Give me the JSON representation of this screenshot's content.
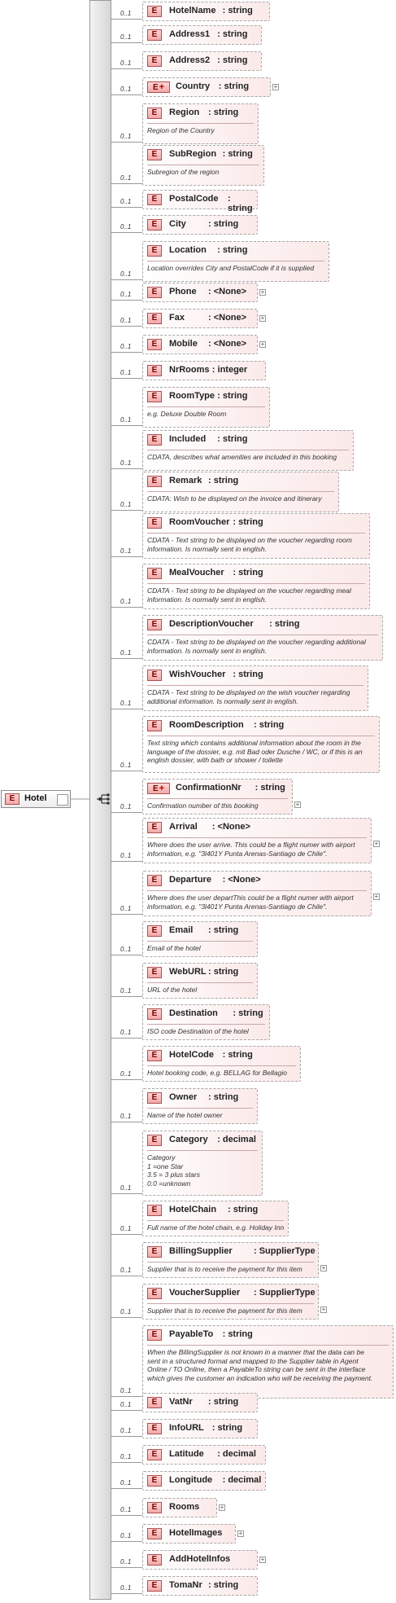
{
  "root": {
    "badge": "E",
    "label": "Hotel"
  },
  "elements": [
    {
      "name": "HotelName",
      "type": ": string",
      "doc": "",
      "card": "0..1",
      "plus": false,
      "expand": false
    },
    {
      "name": "Address1",
      "type": ": string",
      "doc": "",
      "card": "0..1",
      "plus": false,
      "expand": false
    },
    {
      "name": "Address2",
      "type": ": string",
      "doc": "",
      "card": "0..1",
      "plus": false,
      "expand": false
    },
    {
      "name": "Country",
      "type": ": string",
      "doc": "",
      "card": "0..1",
      "plus": true,
      "expand": true
    },
    {
      "name": "Region",
      "type": ": string",
      "doc": "Region of the Country",
      "card": "0..1",
      "plus": false,
      "expand": false
    },
    {
      "name": "SubRegion",
      "type": ": string",
      "doc": "Subregion of the region",
      "card": "0..1",
      "plus": false,
      "expand": false
    },
    {
      "name": "PostalCode",
      "type": ": string",
      "doc": "",
      "card": "0..1",
      "plus": false,
      "expand": false
    },
    {
      "name": "City",
      "type": ": string",
      "doc": "",
      "card": "0..1",
      "plus": false,
      "expand": false
    },
    {
      "name": "Location",
      "type": ": string",
      "doc": "Location overrides City and PostalCode if it is supplied",
      "card": "0..1",
      "plus": false,
      "expand": false
    },
    {
      "name": "Phone",
      "type": ": <None>",
      "doc": "",
      "card": "0..1",
      "plus": false,
      "expand": true
    },
    {
      "name": "Fax",
      "type": ": <None>",
      "doc": "",
      "card": "0..1",
      "plus": false,
      "expand": true
    },
    {
      "name": "Mobile",
      "type": ": <None>",
      "doc": "",
      "card": "0..1",
      "plus": false,
      "expand": true
    },
    {
      "name": "NrRooms",
      "type": ": integer",
      "doc": "",
      "card": "0..1",
      "plus": false,
      "expand": false
    },
    {
      "name": "RoomType",
      "type": ": string",
      "doc": "e.g. Deluxe Double Room",
      "card": "0..1",
      "plus": false,
      "expand": false
    },
    {
      "name": "Included",
      "type": ": string",
      "doc": "CDATA, describes what amenities are included in this booking",
      "card": "0..1",
      "plus": false,
      "expand": false
    },
    {
      "name": "Remark",
      "type": ": string",
      "doc": "CDATA: Wish to be displayed on the invoice and itinerary",
      "card": "0..1",
      "plus": false,
      "expand": false
    },
    {
      "name": "RoomVoucher",
      "type": ": string",
      "doc": "CDATA - Text string to be displayed on the voucher regarding room\ninformation. Is normally sent in english.",
      "card": "0..1",
      "plus": false,
      "expand": false
    },
    {
      "name": "MealVoucher",
      "type": ": string",
      "doc": "CDATA - Text string to be displayed on the voucher regarding meal\ninformation. Is normally sent in english.",
      "card": "0..1",
      "plus": false,
      "expand": false
    },
    {
      "name": "DescriptionVoucher",
      "type": ": string",
      "doc": "CDATA - Text string to be displayed on the voucher regarding additional\ninformation. Is normally sent in english.",
      "card": "0..1",
      "plus": false,
      "expand": false
    },
    {
      "name": "WishVoucher",
      "type": ": string",
      "doc": "CDATA - Text string to be displayed on the wish voucher regarding\nadditional information. Is normally sent in english.",
      "card": "0..1",
      "plus": false,
      "expand": false
    },
    {
      "name": "RoomDescription",
      "type": ": string",
      "doc": "Text string which contains additional information about the room in the\nlanguage of the dossier, e.g. mit Bad oder Dusche / WC, or if this is an\nenglish dossier, with bath or shower / toilette",
      "card": "0..1",
      "plus": false,
      "expand": false
    },
    {
      "name": "ConfirmationNr",
      "type": ": string",
      "doc": "Confirmation number of this booking",
      "card": "0..1",
      "plus": true,
      "expand": true
    },
    {
      "name": "Arrival",
      "type": ": <None>",
      "doc": "Where does the user arrive. This could be a flight numer with airport\ninformation, e.g. \"3l401Y Punta Arenas-Santiago de Chile\".",
      "card": "0..1",
      "plus": false,
      "expand": true
    },
    {
      "name": "Departure",
      "type": ": <None>",
      "doc": "Where does the user departThis could be a flight numer with airport\ninformation, e.g. \"3l401Y Punta Arenas-Santiago de Chile\".",
      "card": "0..1",
      "plus": false,
      "expand": true
    },
    {
      "name": "Email",
      "type": ": string",
      "doc": "Email of the hotel",
      "card": "0..1",
      "plus": false,
      "expand": false
    },
    {
      "name": "WebURL",
      "type": ": string",
      "doc": "URL of the hotel",
      "card": "0..1",
      "plus": false,
      "expand": false
    },
    {
      "name": "Destination",
      "type": ": string",
      "doc": "ISO code Destination of the hotel",
      "card": "0..1",
      "plus": false,
      "expand": false
    },
    {
      "name": "HotelCode",
      "type": ": string",
      "doc": "Hotel booking code, e.g. BELLAG for Bellagio",
      "card": "0..1",
      "plus": false,
      "expand": false
    },
    {
      "name": "Owner",
      "type": ": string",
      "doc": "Name of the hotel owner",
      "card": "0..1",
      "plus": false,
      "expand": false
    },
    {
      "name": "Category",
      "type": ": decimal",
      "doc": "Category\n1  =one Star\n3.5 = 3 plus stars\n0.0  =unknown",
      "card": "0..1",
      "plus": false,
      "expand": false
    },
    {
      "name": "HotelChain",
      "type": ": string",
      "doc": "Full name of the hotel chain, e.g. Holiday Inn",
      "card": "0..1",
      "plus": false,
      "expand": false
    },
    {
      "name": "BillingSupplier",
      "type": ": SupplierType",
      "doc": "Supplier that is to receive the payment for this item",
      "card": "0..1",
      "plus": false,
      "expand": true
    },
    {
      "name": "VoucherSupplier",
      "type": ": SupplierType",
      "doc": "Supplier that is to receive the payment for this item",
      "card": "0..1",
      "plus": false,
      "expand": true
    },
    {
      "name": "PayableTo",
      "type": ": string",
      "doc": "When the BillingSupplier is not known in a manner that the data can be\nsent in a structured format and mapped to the Supplier table in Agent\nOnline / TO Online, then a PayableTo string can be sent in the interface\nwhich gives the customer an indication who will be receiving the payment.",
      "card": "0..1",
      "plus": false,
      "expand": false
    },
    {
      "name": "VatNr",
      "type": ": string",
      "doc": "",
      "card": "0..1",
      "plus": false,
      "expand": false
    },
    {
      "name": "InfoURL",
      "type": ": string",
      "doc": "",
      "card": "0..1",
      "plus": false,
      "expand": false
    },
    {
      "name": "Latitude",
      "type": ": decimal",
      "doc": "",
      "card": "0..1",
      "plus": false,
      "expand": false
    },
    {
      "name": "Longitude",
      "type": ": decimal",
      "doc": "",
      "card": "0..1",
      "plus": false,
      "expand": false
    },
    {
      "name": "Rooms",
      "type": "",
      "doc": "",
      "card": "0..1",
      "plus": false,
      "expand": true
    },
    {
      "name": "HotelImages",
      "type": "",
      "doc": "",
      "card": "0..1",
      "plus": false,
      "expand": true
    },
    {
      "name": "AddHotelInfos",
      "type": "",
      "doc": "",
      "card": "0..1",
      "plus": false,
      "expand": true
    },
    {
      "name": "TomaNr",
      "type": ": string",
      "doc": "",
      "card": "0..1",
      "plus": false,
      "expand": false
    }
  ]
}
